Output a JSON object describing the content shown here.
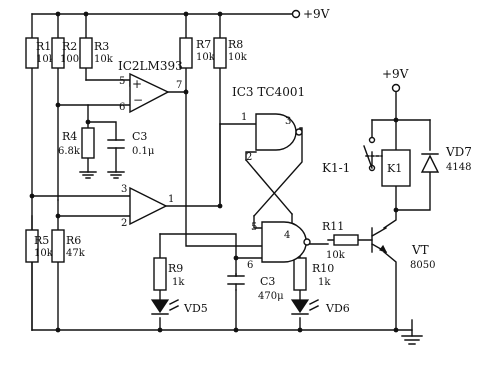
{
  "power": {
    "supply_main": "+9V",
    "supply_relay": "+9V"
  },
  "ics": {
    "comparator": "IC2LM393",
    "nand": "IC3 TC4001"
  },
  "pins": {
    "u1_plus": "5",
    "u1_minus": "6",
    "u1_out": "7",
    "u2_plus": "3",
    "u2_minus": "2",
    "u2_out": "1",
    "g1_in_a": "1",
    "g1_in_b": "2",
    "g1_out": "3",
    "g2_in_a": "5",
    "g2_in_b": "6",
    "g2_out": "4"
  },
  "components": [
    {
      "ref": "R1",
      "value": "10k"
    },
    {
      "ref": "R2",
      "value": "100k"
    },
    {
      "ref": "R3",
      "value": "10k"
    },
    {
      "ref": "R7",
      "value": "10k"
    },
    {
      "ref": "R8",
      "value": "10k"
    },
    {
      "ref": "R4",
      "value": "6.8k"
    },
    {
      "ref": "C3",
      "value": "0.1μ"
    },
    {
      "ref": "R5",
      "value": "10k"
    },
    {
      "ref": "R6",
      "value": "47k"
    },
    {
      "ref": "R9",
      "value": "1k"
    },
    {
      "ref": "C3",
      "value": "470μ"
    },
    {
      "ref": "R10",
      "value": "1k"
    },
    {
      "ref": "R11",
      "value": "10k"
    },
    {
      "ref": "K1",
      "value": ""
    },
    {
      "ref": "K1-1",
      "value": ""
    },
    {
      "ref": "VD7",
      "value": "4148"
    },
    {
      "ref": "VT",
      "value": "8050"
    },
    {
      "ref": "VD5",
      "value": ""
    },
    {
      "ref": "VD6",
      "value": ""
    }
  ]
}
